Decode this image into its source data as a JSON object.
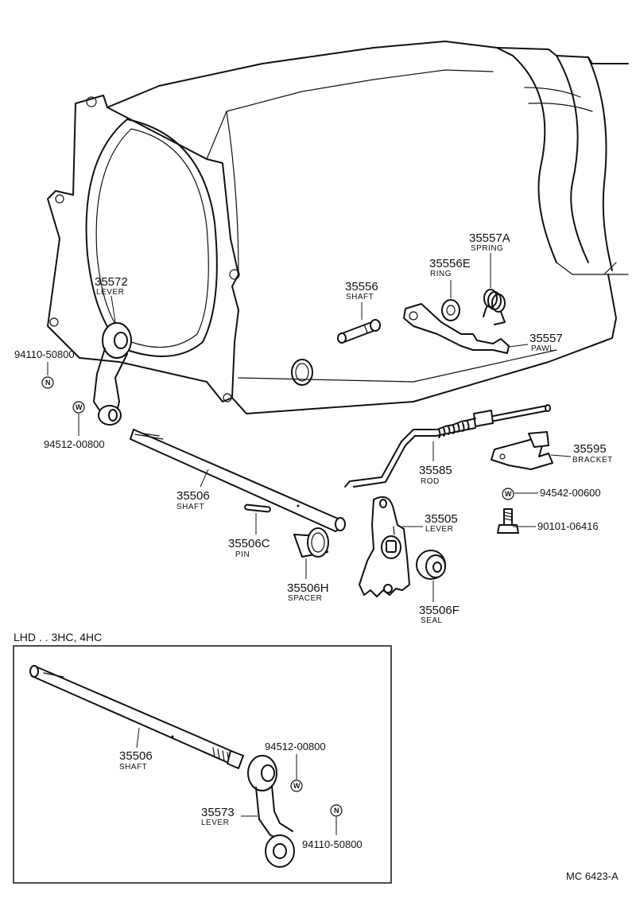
{
  "parts": {
    "p35572": {
      "num": "35572",
      "name": "LEVER"
    },
    "p94110_top": {
      "num": "94110-50800",
      "symbol": "N"
    },
    "p94512_top": {
      "num": "94512-00800",
      "symbol": "W"
    },
    "p35506": {
      "num": "35506",
      "name": "SHAFT"
    },
    "p35506C": {
      "num": "35506C",
      "name": "PIN"
    },
    "p35506H": {
      "num": "35506H",
      "name": "SPACER"
    },
    "p35556": {
      "num": "35556",
      "name": "SHAFT"
    },
    "p35556E": {
      "num": "35556E",
      "name": "RING"
    },
    "p35557A": {
      "num": "35557A",
      "name": "SPRING"
    },
    "p35557": {
      "num": "35557",
      "name": "PAWL"
    },
    "p35585": {
      "num": "35585",
      "name": "ROD"
    },
    "p35595": {
      "num": "35595",
      "name": "BRACKET"
    },
    "p94542": {
      "num": "94542-00600",
      "symbol": "W"
    },
    "p90101": {
      "num": "90101-06416"
    },
    "p35505": {
      "num": "35505",
      "name": "LEVER"
    },
    "p35506F": {
      "num": "35506F",
      "name": "SEAL"
    }
  },
  "inset": {
    "header": "LHD . . 3HC, 4HC",
    "p35506": {
      "num": "35506",
      "name": "SHAFT"
    },
    "p94512": {
      "num": "94512-00800",
      "symbol": "W"
    },
    "p35573": {
      "num": "35573",
      "name": "LEVER"
    },
    "p94110": {
      "num": "94110-50800",
      "symbol": "N"
    }
  },
  "footer": {
    "code": "MC 6423-A"
  }
}
